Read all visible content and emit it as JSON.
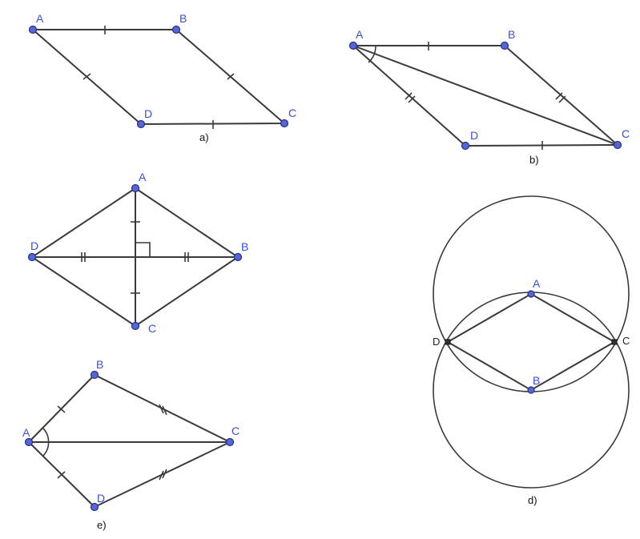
{
  "figures": {
    "a": {
      "caption": "a)",
      "labels": {
        "A": "A",
        "B": "B",
        "C": "C",
        "D": "D"
      }
    },
    "b": {
      "caption": "b)",
      "labels": {
        "A": "A",
        "B": "B",
        "C": "C",
        "D": "D"
      }
    },
    "c": {
      "caption": "",
      "labels": {
        "A": "A",
        "B": "B",
        "C": "C",
        "D": "D"
      }
    },
    "d": {
      "caption": "d)",
      "labels": {
        "A": "A",
        "B": "B",
        "C": "C",
        "D": "D"
      }
    },
    "e": {
      "caption": "e)",
      "labels": {
        "A": "A",
        "B": "B",
        "C": "C",
        "D": "D"
      }
    }
  },
  "colors": {
    "point": "#5566dd",
    "label": "#3b4fd8",
    "line": "#3a3a3a"
  }
}
